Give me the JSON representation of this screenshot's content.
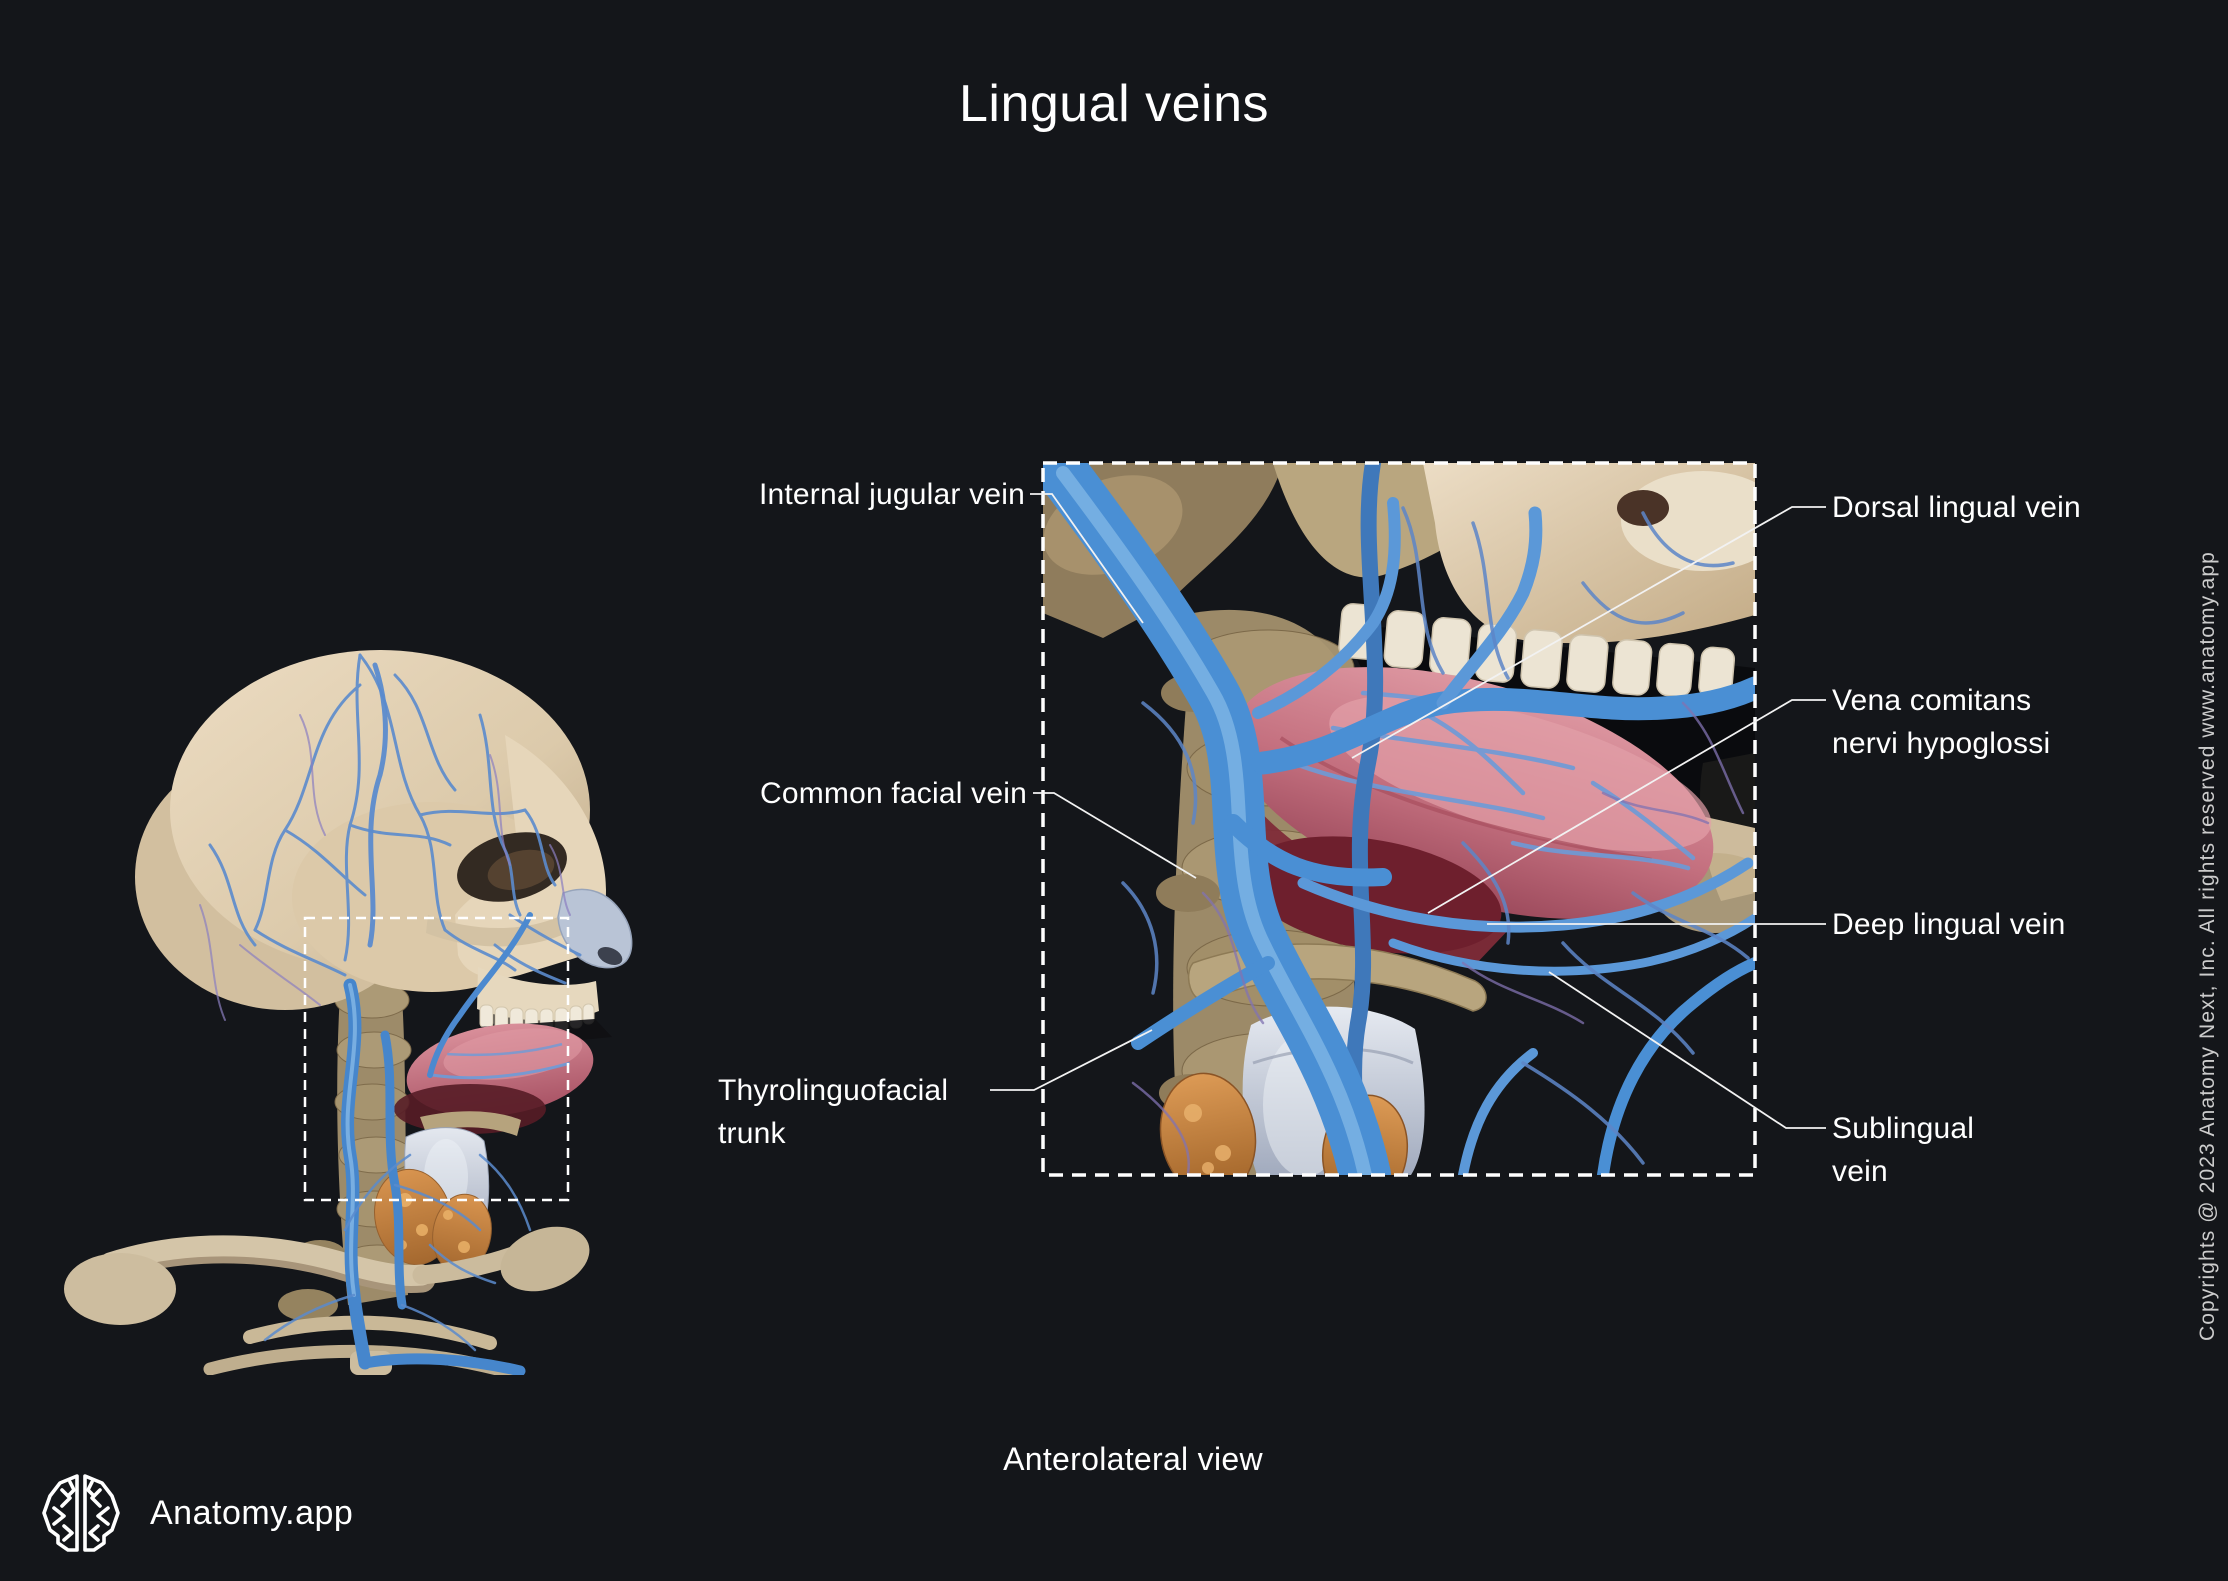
{
  "page": {
    "title": "Lingual veins",
    "view_caption": "Anterolateral view",
    "background_color": "#14161a",
    "text_color": "#ffffff",
    "muted_text_color": "#cccccc"
  },
  "branding": {
    "app_name": "Anatomy.app",
    "logo_icon": "brain-logo-icon"
  },
  "copyright_notice": "Copyrights @ 2023 Anatomy Next, Inc. All rights reserved www.anatomy.app",
  "figure": {
    "labels": [
      {
        "id": "internal-jugular-vein",
        "text": "Internal jugular vein",
        "side": "left"
      },
      {
        "id": "common-facial-vein",
        "text": "Common facial vein",
        "side": "left"
      },
      {
        "id": "thyrolinguofacial-trunk",
        "text": "Thyrolinguofacial trunk",
        "side": "left"
      },
      {
        "id": "dorsal-lingual-vein",
        "text": "Dorsal lingual vein",
        "side": "right"
      },
      {
        "id": "vena-comitans-nervi-hypoglossi",
        "text": "Vena comitans nervi hypoglossi",
        "side": "right"
      },
      {
        "id": "deep-lingual-vein",
        "text": "Deep lingual vein",
        "side": "right"
      },
      {
        "id": "sublingual-vein",
        "text": "Sublingual vein",
        "side": "right"
      }
    ],
    "palette": {
      "vein_blue": "#4a8fd4",
      "vein_highlight": "#9ecdf0",
      "bone": "#ddcfb8",
      "vertebrae": "#9c8a68",
      "tongue": "#c97583",
      "tongue_deep": "#7e2b38",
      "thyroid_gland": "#c8834b",
      "larynx_cartilage": "#ccd2de",
      "nasal_cartilage": "#b9c4d6",
      "leader_line": "#f2f2f2"
    }
  }
}
